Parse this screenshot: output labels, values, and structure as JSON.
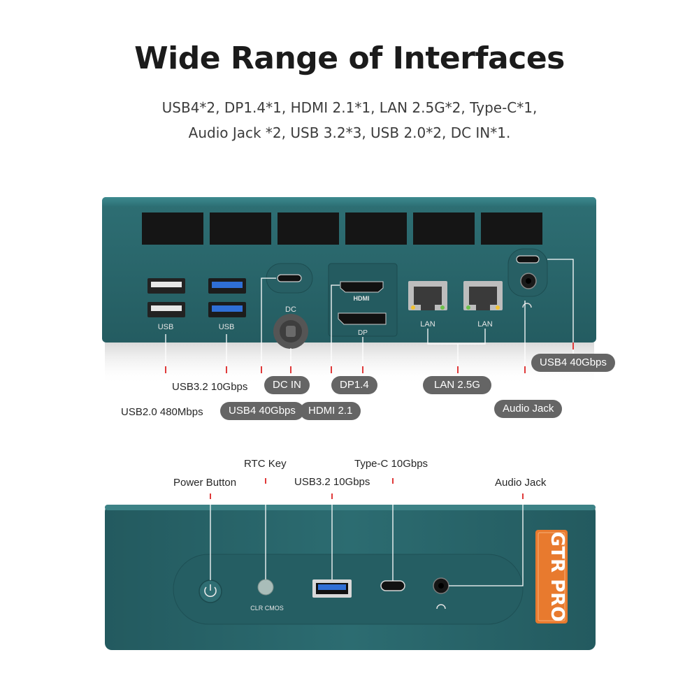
{
  "heading": {
    "title": "Wide Range of Interfaces",
    "subtitle_line1": "USB4*2, DP1.4*1, HDMI 2.1*1, LAN 2.5G*2, Type-C*1,",
    "subtitle_line2": "Audio Jack *2, USB 3.2*3, USB 2.0*2, DC IN*1."
  },
  "rear_panel": {
    "port_marks": {
      "usb_left": "USB",
      "usb_right": "USB",
      "dc": "DC",
      "hdmi_logo": "HDMI",
      "dp": "DP",
      "lan_left": "LAN",
      "lan_right": "LAN"
    },
    "callouts": {
      "usb32": "USB3.2 10Gbps",
      "usb20": "USB2.0 480Mbps",
      "usb4_left": "USB4 40Gbps",
      "dc_in": "DC IN",
      "hdmi21": "HDMI 2.1",
      "dp14": "DP1.4",
      "lan25": "LAN 2.5G",
      "audio_jack": "Audio Jack",
      "usb4_right": "USB4 40Gbps"
    }
  },
  "front_panel": {
    "port_marks": {
      "clr_cmos": "CLR CMOS"
    },
    "callouts": {
      "power_button": "Power Button",
      "rtc_key": "RTC Key",
      "usb32": "USB3.2 10Gbps",
      "type_c": "Type-C 10Gbps",
      "audio_jack": "Audio Jack"
    },
    "badge": "GTR PRO"
  },
  "colors": {
    "chassis": "#2b6b70",
    "chassis_dark": "#1f5257",
    "pill": "#656565",
    "badge": "#e87a2e",
    "usb3_blue": "#2f6fd6",
    "callout_line": "#ffffff"
  }
}
